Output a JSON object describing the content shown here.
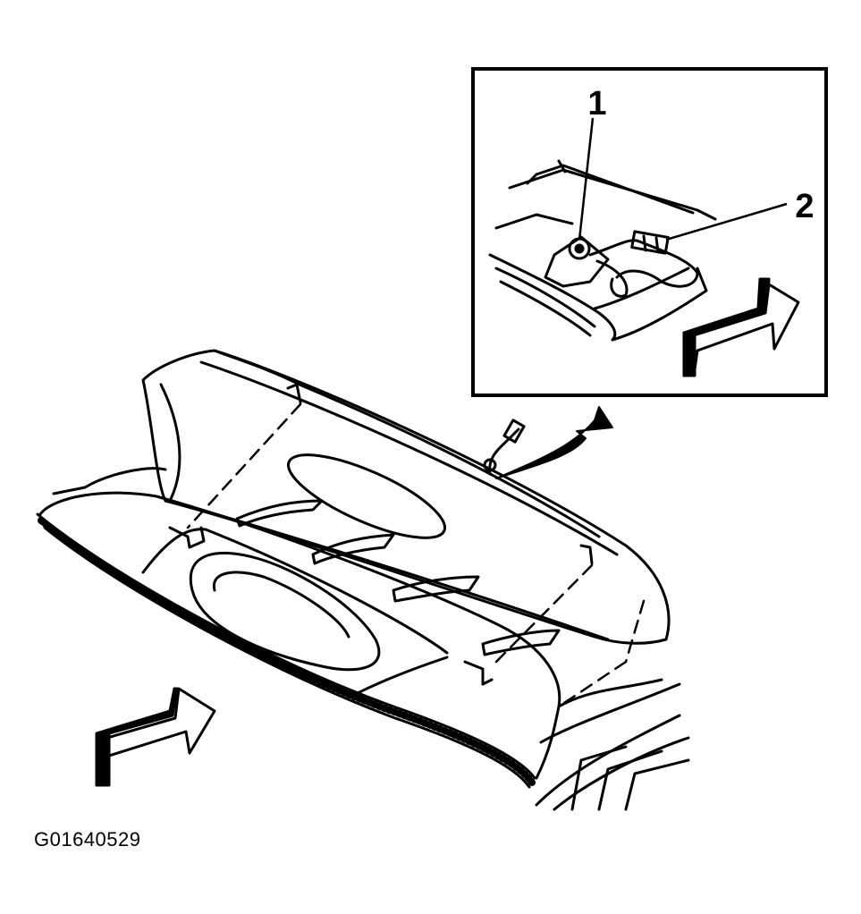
{
  "figure": {
    "id": "G01640529",
    "callouts": [
      {
        "label": "1"
      },
      {
        "label": "2"
      }
    ]
  },
  "colors": {
    "ink": "#000000",
    "paper": "#ffffff"
  }
}
